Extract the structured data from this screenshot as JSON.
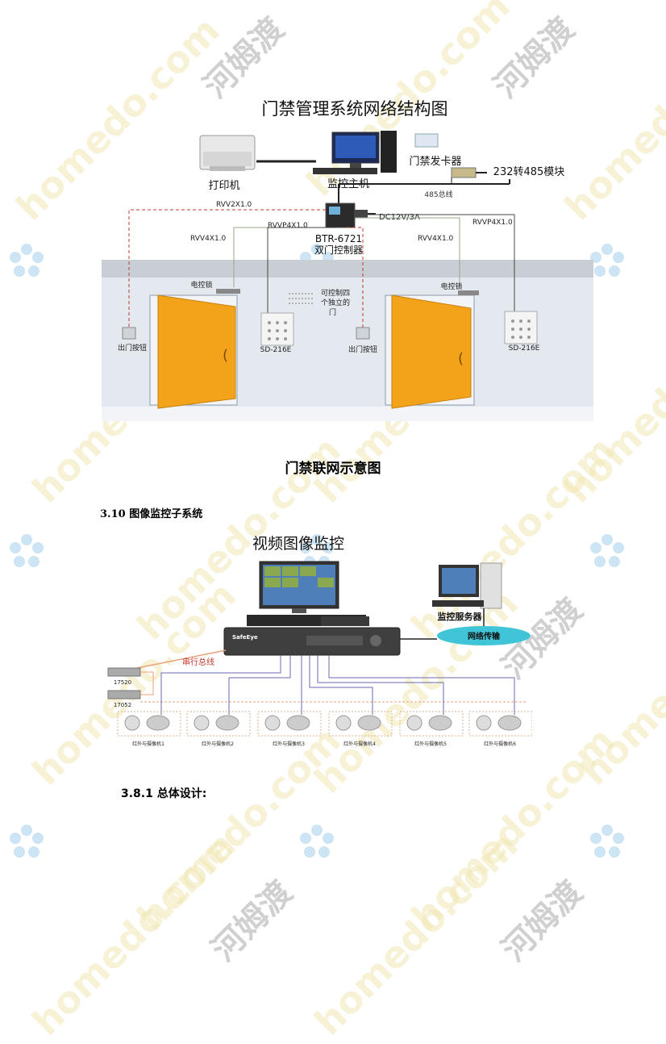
{
  "diagram1": {
    "title": "门禁管理系统网络结构图",
    "printer_label": "打印机",
    "host_label": "监控主机",
    "card_issuer_label": "门禁发卡器",
    "converter_label": "232转485模块",
    "bus_label": "485总线",
    "controller_model": "BTR-6721",
    "controller_label": "双门控制器",
    "power_label": "DC12V/3A",
    "cable_rvv2x1": "RVV2X1.0",
    "cable_rvvp4x1_left": "RVVP4X1.0",
    "cable_rvvp4x1_right": "RVVP4X1.0",
    "cable_rvv4x1_left": "RVV4X1.0",
    "cable_rvv4x1_right": "RVV4X1.0",
    "lock_left": "电控锁",
    "lock_right": "电控锁",
    "note_line1": "可控制四",
    "note_line2": "个独立的",
    "note_line3": "门",
    "exit_button_left": "出门按钮",
    "exit_button_right": "出门按钮",
    "reader_left": "SD-216E",
    "reader_right": "SD-216E"
  },
  "caption1": "门禁联网示意图",
  "section_heading": "3.10 图像监控子系统",
  "diagram2": {
    "title": "视频图像监控",
    "server_label": "监控服务器",
    "network_label": "网络传输",
    "dvr_brand": "SafeEye",
    "serial_bus_label": "串行总线",
    "keyboard1": "17520",
    "keyboard2": "17052",
    "camera_labels": [
      "红外与摄像机1",
      "红外与摄像机2",
      "红外与摄像机3",
      "红外与摄像机4",
      "红外与摄像机5",
      "红外与摄像机6"
    ]
  },
  "subsection_heading": "3.8.1 总体设计:",
  "watermark": {
    "site": "homedo.com",
    "brand": "河姆渡"
  }
}
